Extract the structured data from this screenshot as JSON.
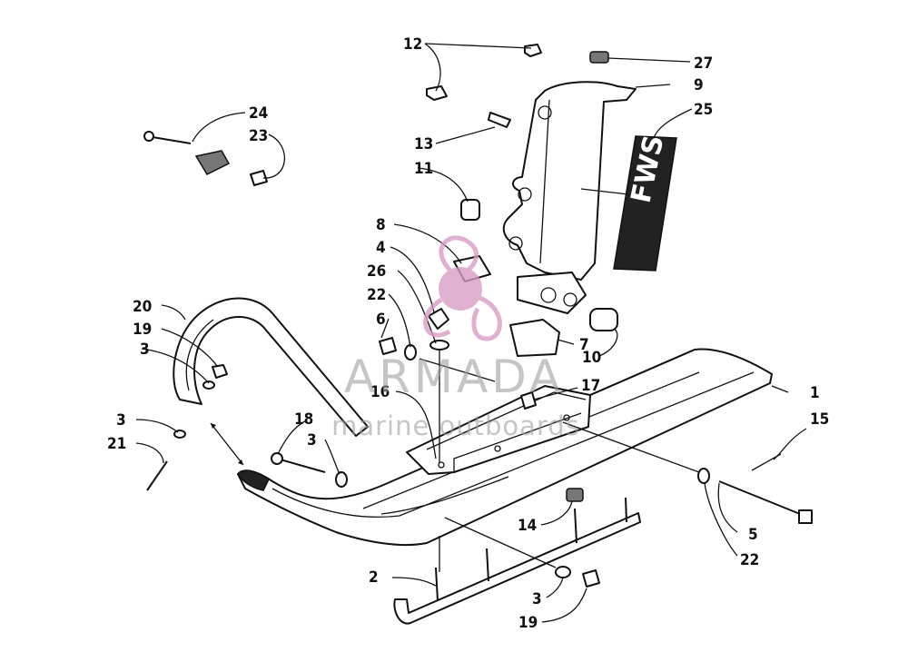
{
  "callouts": {
    "c1": "1",
    "c2": "2",
    "c3a": "3",
    "c3b": "3",
    "c3c": "3",
    "c3d": "3",
    "c4": "4",
    "c5": "5",
    "c6": "6",
    "c7": "7",
    "c8": "8",
    "c9": "9",
    "c10": "10",
    "c11": "11",
    "c12": "12",
    "c13": "13",
    "c14": "14",
    "c15": "15",
    "c16": "16",
    "c17": "17",
    "c18": "18",
    "c19a": "19",
    "c19b": "19",
    "c20": "20",
    "c21": "21",
    "c22a": "22",
    "c22b": "22",
    "c23": "23",
    "c24": "24",
    "c25": "25",
    "c26": "26",
    "c27": "27"
  },
  "watermark": {
    "title": "ARMADA",
    "subtitle": "marine outboards",
    "color": "#d79bc4"
  },
  "decal": {
    "text": "FWS"
  }
}
